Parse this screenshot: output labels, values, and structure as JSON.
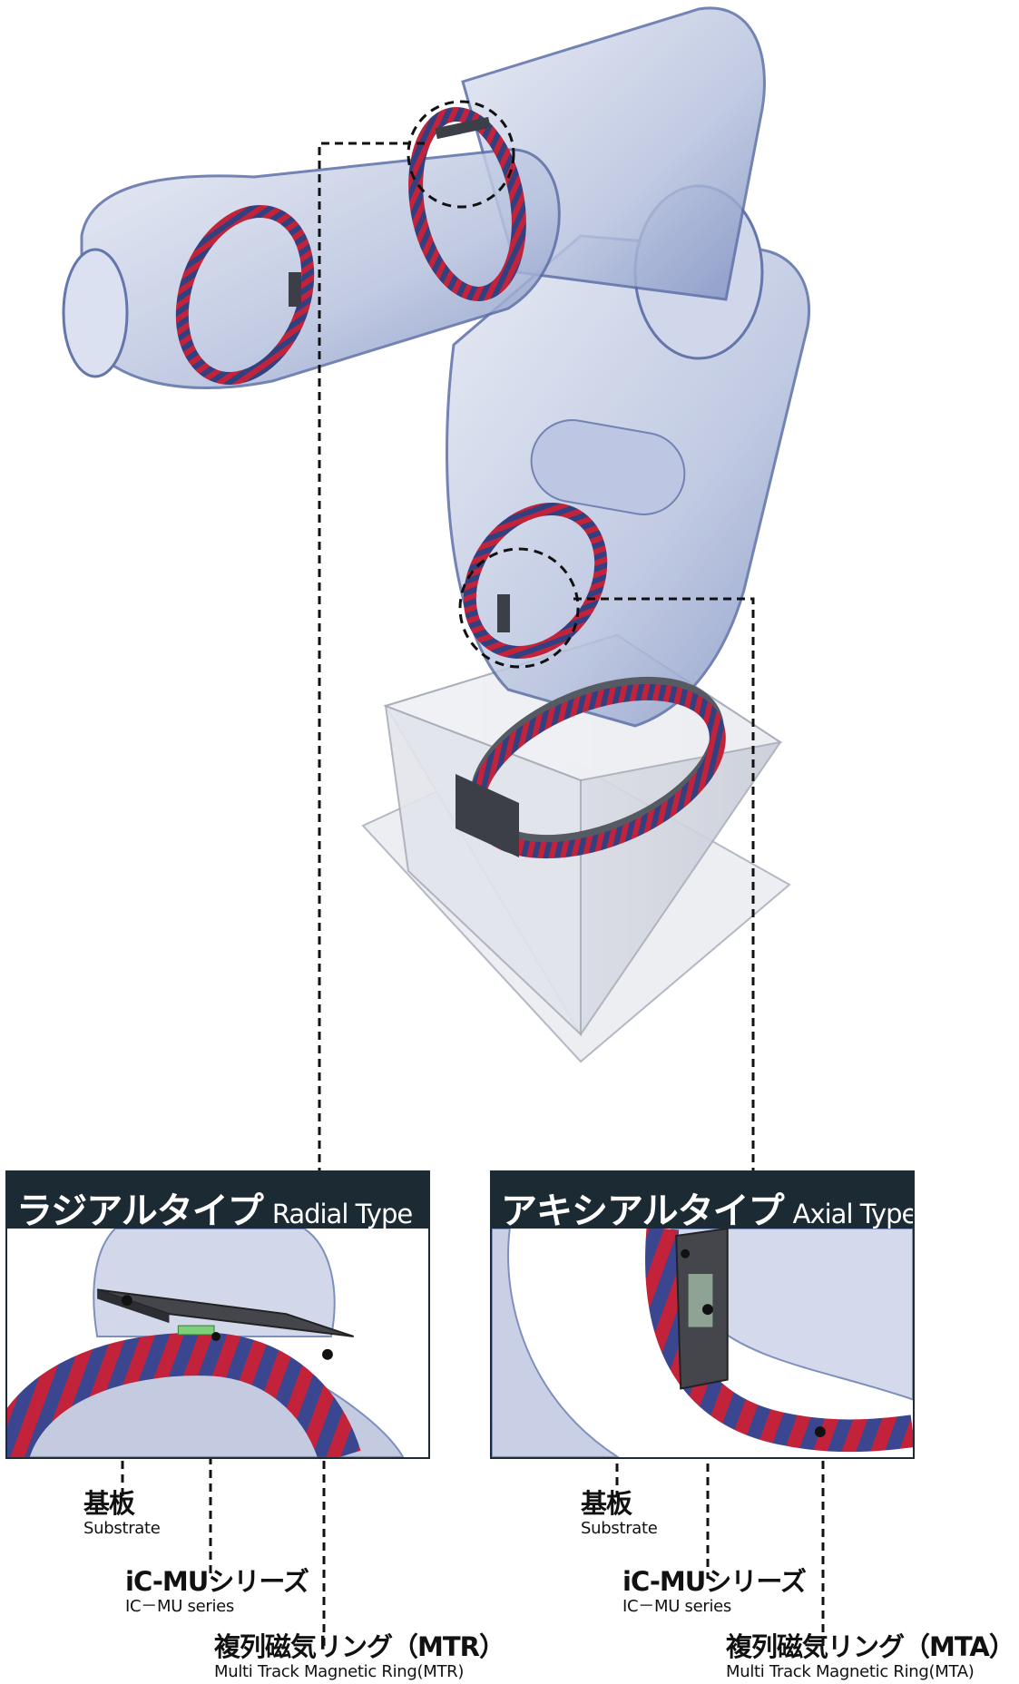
{
  "panels": {
    "radial": {
      "title_jp": "ラジアルタイプ",
      "title_en": "Radial Type"
    },
    "axial": {
      "title_jp": "アキシアルタイプ",
      "title_en": "Axial Type"
    }
  },
  "labels": {
    "radial": {
      "substrate": {
        "jp": "基板",
        "en": "Substrate"
      },
      "icmu": {
        "jp": "iC-MUシリーズ",
        "en": "IC－MU series"
      },
      "ring": {
        "jp": "複列磁気リング（MTR）",
        "en": "Multi Track Magnetic Ring(MTR)"
      }
    },
    "axial": {
      "substrate": {
        "jp": "基板",
        "en": "Substrate"
      },
      "icmu": {
        "jp": "iC-MUシリーズ",
        "en": "IC－MU series"
      },
      "ring": {
        "jp": "複列磁気リング（MTA）",
        "en": "Multi Track Magnetic Ring(MTA)"
      }
    }
  },
  "colors": {
    "robot_body": "#c7d0e6",
    "robot_edge": "#4a5f9c",
    "magnet_red": "#c2233a",
    "magnet_blue": "#33407f",
    "header_bg": "#1c2a33",
    "base_box": "#dfe2ea"
  },
  "icons": [
    "robot-arm",
    "magnetic-ring",
    "substrate-board",
    "ic-chip",
    "dashed-highlight-circle"
  ]
}
